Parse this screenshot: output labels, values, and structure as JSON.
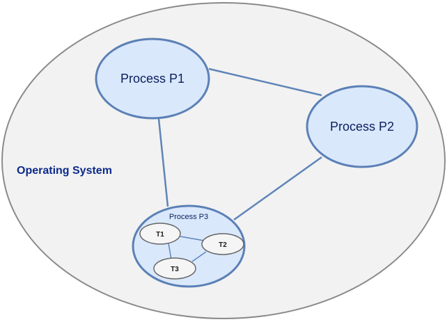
{
  "os": {
    "label": "Operating System"
  },
  "processes": {
    "p1": {
      "label": "Process P1"
    },
    "p2": {
      "label": "Process P2"
    },
    "p3": {
      "label": "Process P3"
    }
  },
  "threads": {
    "t1": {
      "label": "T1"
    },
    "t2": {
      "label": "T2"
    },
    "t3": {
      "label": "T3"
    }
  },
  "colors": {
    "os_fill": "#f2f2f2",
    "os_stroke": "#8a8a8a",
    "process_fill": "#dae8fc",
    "process_stroke": "#5b80b6",
    "thread_fill": "#f5f5f5",
    "thread_stroke": "#666666",
    "link_stroke": "#5f84b8",
    "text_dark_blue": "#0a1f5c",
    "os_label_blue": "#0c2a8a"
  }
}
